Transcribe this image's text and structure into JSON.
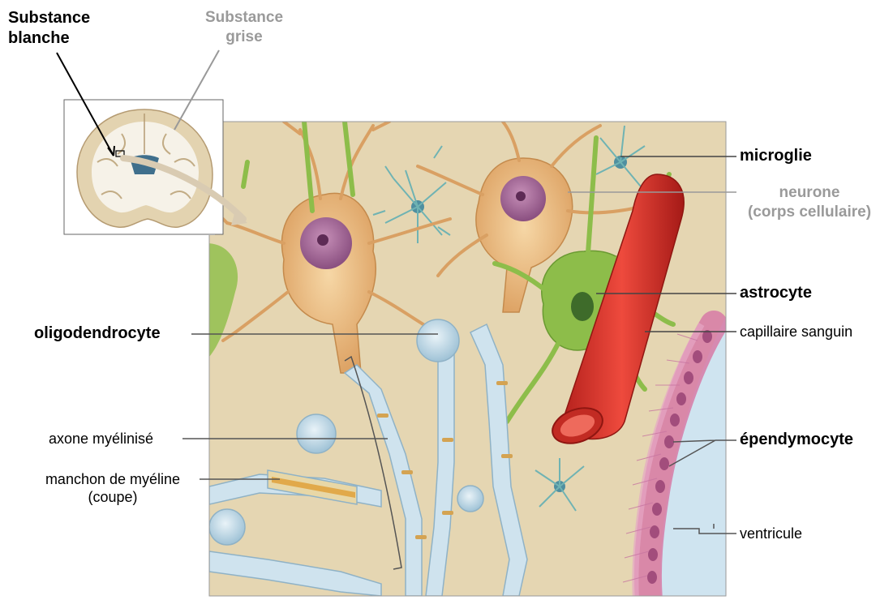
{
  "labels": {
    "substance_blanche": [
      "Substance",
      "blanche"
    ],
    "substance_grise": [
      "Substance",
      "grise"
    ],
    "microglie": "microglie",
    "neurone": [
      "neurone",
      "(corps cellulaire)"
    ],
    "astrocyte": "astrocyte",
    "capillaire": "capillaire sanguin",
    "oligodendrocyte": "oligodendrocyte",
    "ependymocyte": "épendymocyte",
    "axone": "axone myélinisé",
    "manchon": [
      "manchon de myéline",
      "(coupe)"
    ],
    "ventricule": "ventricule"
  },
  "colors": {
    "tissue": "#e8d9b8",
    "neuron": "#efc48a",
    "astrocyte": "#8dbd4a",
    "capillary": "#d8322a",
    "myelin": "#cfe3ee",
    "ependyma": "#d77aa6",
    "ventricle": "#cfe4f0",
    "leader_grey": "#8a8a8a",
    "leader_dark": "#333333"
  },
  "icons": [
    "brain-section-inset",
    "neuron-cell",
    "astrocyte-cell",
    "microglia-cell",
    "oligodendrocyte-cell",
    "capillary-vessel",
    "ependymal-layer",
    "myelinated-axon"
  ]
}
